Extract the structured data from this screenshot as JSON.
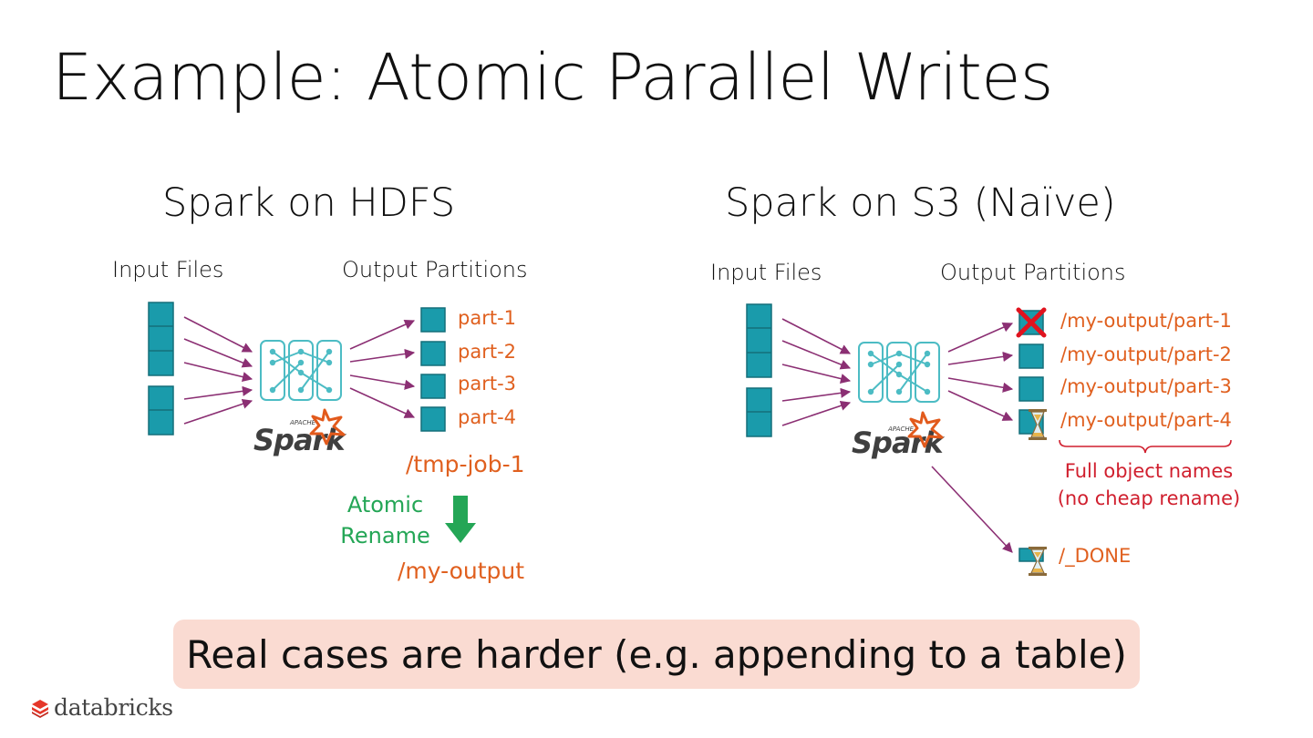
{
  "title": "Example: Atomic Parallel Writes",
  "left_panel": {
    "title": "Spark on HDFS",
    "input_label": "Input Files",
    "output_label": "Output Partitions",
    "parts": [
      "part-1",
      "part-2",
      "part-3",
      "part-4"
    ],
    "tmp_path": "/tmp-job-1",
    "rename_line1": "Atomic",
    "rename_line2": "Rename",
    "final_path": "/my-output",
    "spark_logo_text": "Spark",
    "spark_logo_apache": "APACHE"
  },
  "right_panel": {
    "title": "Spark on S3 (Naïve)",
    "input_label": "Input Files",
    "output_label": "Output Partitions",
    "parts": [
      "/my-output/part-1",
      "/my-output/part-2",
      "/my-output/part-3",
      "/my-output/part-4"
    ],
    "note_line1": "Full object names",
    "note_line2": "(no cheap rename)",
    "done_label": "/_DONE",
    "spark_logo_text": "Spark",
    "spark_logo_apache": "APACHE"
  },
  "callout": "Real cases are harder (e.g. appending to a table)",
  "brand": "databricks",
  "colors": {
    "block": "#1a9bab",
    "block_border": "#146f7a",
    "arrow": "#8b2f73",
    "orange": "#e0601f",
    "green": "#24a656",
    "red": "#d01f2e",
    "callout_bg": "#fadbd2"
  }
}
